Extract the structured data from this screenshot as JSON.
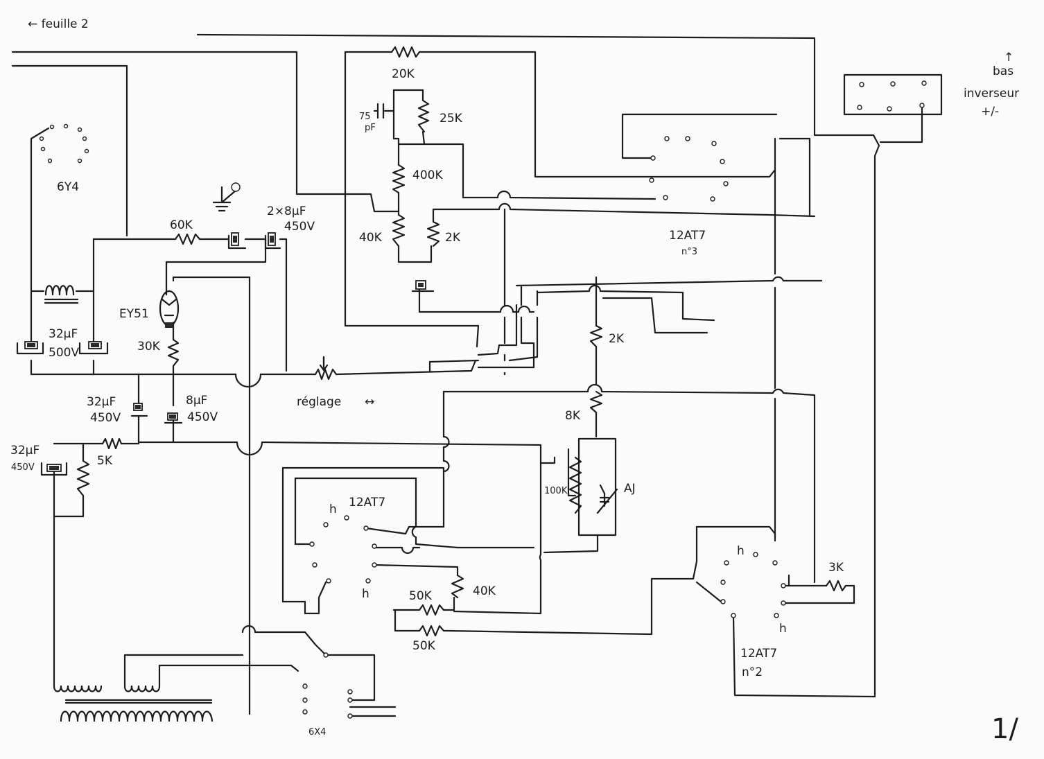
{
  "header": {
    "nav_label": "← feuille 2"
  },
  "page_number": "1/",
  "components": {
    "r_20k": "20K",
    "c_75pf_value": "75",
    "c_75pf_unit": "pF",
    "r_25k": "25K",
    "r_400k": "400K",
    "r_40k_top": "40K",
    "r_2k_top": "2K",
    "r_2k_mid": "2K",
    "r_8k": "8K",
    "r_100k": "100K",
    "trim_aj": "AJ",
    "r_60k": "60K",
    "c_2x8uf": "2×8μF",
    "c_2x8uf_v": "450V",
    "tube_6y4": "6Y4",
    "tube_ey51": "EY51",
    "c_32uf_a": "32μF",
    "c_32uf_a_v": "500V",
    "r_30k": "30K",
    "c_32uf_b": "32μF",
    "c_32uf_b_v": "450V",
    "c_8uf": "8μF",
    "c_8uf_v": "450V",
    "pot_label": "réglage",
    "pot_arrows": "↔",
    "c_32uf_c": "32μF",
    "c_32uf_c_v": "450V",
    "r_5k": "5K",
    "tube_12at7_1": "12AT7",
    "r_50k_a": "50K",
    "r_40k_b": "40K",
    "r_50k_b": "50K",
    "tube_6x4": "6X4",
    "tube_12at7_3": "12AT7",
    "tube_12at7_3_no": "n°3",
    "tube_12at7_2": "12AT7",
    "tube_12at7_2_no": "n°2",
    "r_3k": "3K",
    "heater_h": "h",
    "switch_arrow": "↑",
    "switch_bas": "bas",
    "switch_name": "inverseur",
    "switch_pm": "+/-"
  }
}
